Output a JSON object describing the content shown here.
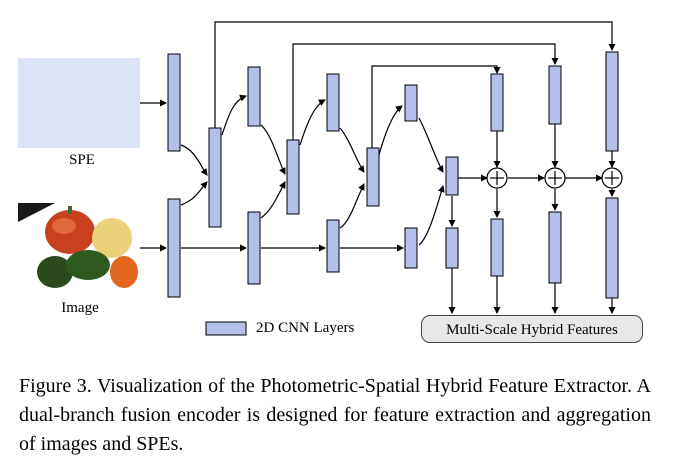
{
  "labels": {
    "spe": "SPE",
    "image": "Image",
    "legend": "2D CNN Layers",
    "output": "Multi-Scale Hybrid Features"
  },
  "caption": "Figure 3. Visualization of the Photometric-Spatial Hybrid Feature Extractor. A dual-branch fusion encoder is designed for feature extraction and aggregation of images and SPEs.",
  "colors": {
    "layer_fill": "#b4c0e8",
    "spe_fill": "#dde3f7",
    "output_fill": "#e8e8e8"
  }
}
